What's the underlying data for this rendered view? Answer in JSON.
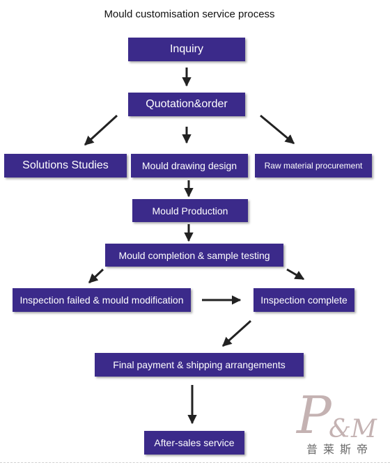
{
  "title": "Mould customisation service process",
  "colors": {
    "box": "#3b2a8a",
    "box_text": "#ffffff",
    "arrow": "#222222"
  },
  "steps": {
    "inquiry": "Inquiry",
    "quotation": "Quotation&order",
    "solutions": "Solutions Studies",
    "drawing": "Mould drawing design",
    "raw_material": "Raw material procurement",
    "production": "Mould Production",
    "completion": "Mould completion & sample testing",
    "inspection_failed": "Inspection failed & mould modification",
    "inspection_complete": "Inspection complete",
    "final_payment": "Final payment & shipping arrangements",
    "after_sales": "After-sales service"
  },
  "logo": {
    "mark": "P&M",
    "subtitle": "普莱斯帝"
  }
}
